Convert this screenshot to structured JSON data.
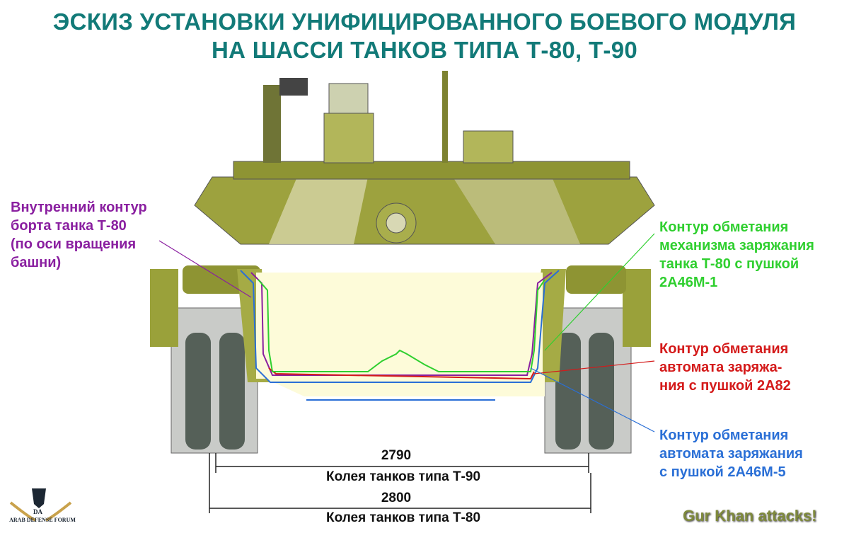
{
  "title": {
    "line1": "ЭСКИЗ УСТАНОВКИ УНИФИЦИРОВАННОГО БОЕВОГО МОДУЛЯ",
    "line2": "НА ШАССИ ТАНКОВ ТИПА Т-80, Т-90"
  },
  "labels": {
    "inner_contour": {
      "lines": [
        "Внутренний контур",
        "борта танка Т-80",
        "(по оси вращения",
        "башни)"
      ],
      "color": "#8a1fa0"
    },
    "green_contour": {
      "lines": [
        "Контур обметания",
        "механизма заряжания",
        "танка Т-80 с пушкой",
        "2А46М-1"
      ],
      "color": "#2fcf2f"
    },
    "red_contour": {
      "lines": [
        "Контур обметания",
        "автомата заряжа-",
        "ния с пушкой 2А82"
      ],
      "color": "#d41a1a"
    },
    "blue_contour": {
      "lines": [
        "Контур обметания",
        "автомата заряжания",
        "с пушкой 2А46М-5"
      ],
      "color": "#2a6fd6"
    }
  },
  "dimensions": {
    "t90": {
      "value": "2790",
      "caption": "Колея танков типа  Т-90"
    },
    "t80": {
      "value": "2800",
      "caption": "Колея танков типа Т-80"
    }
  },
  "watermarks": {
    "forum": "ARAB DEFENSE FORUM",
    "forum_logo_text": "DA",
    "author": "Gur Khan attacks!"
  }
}
